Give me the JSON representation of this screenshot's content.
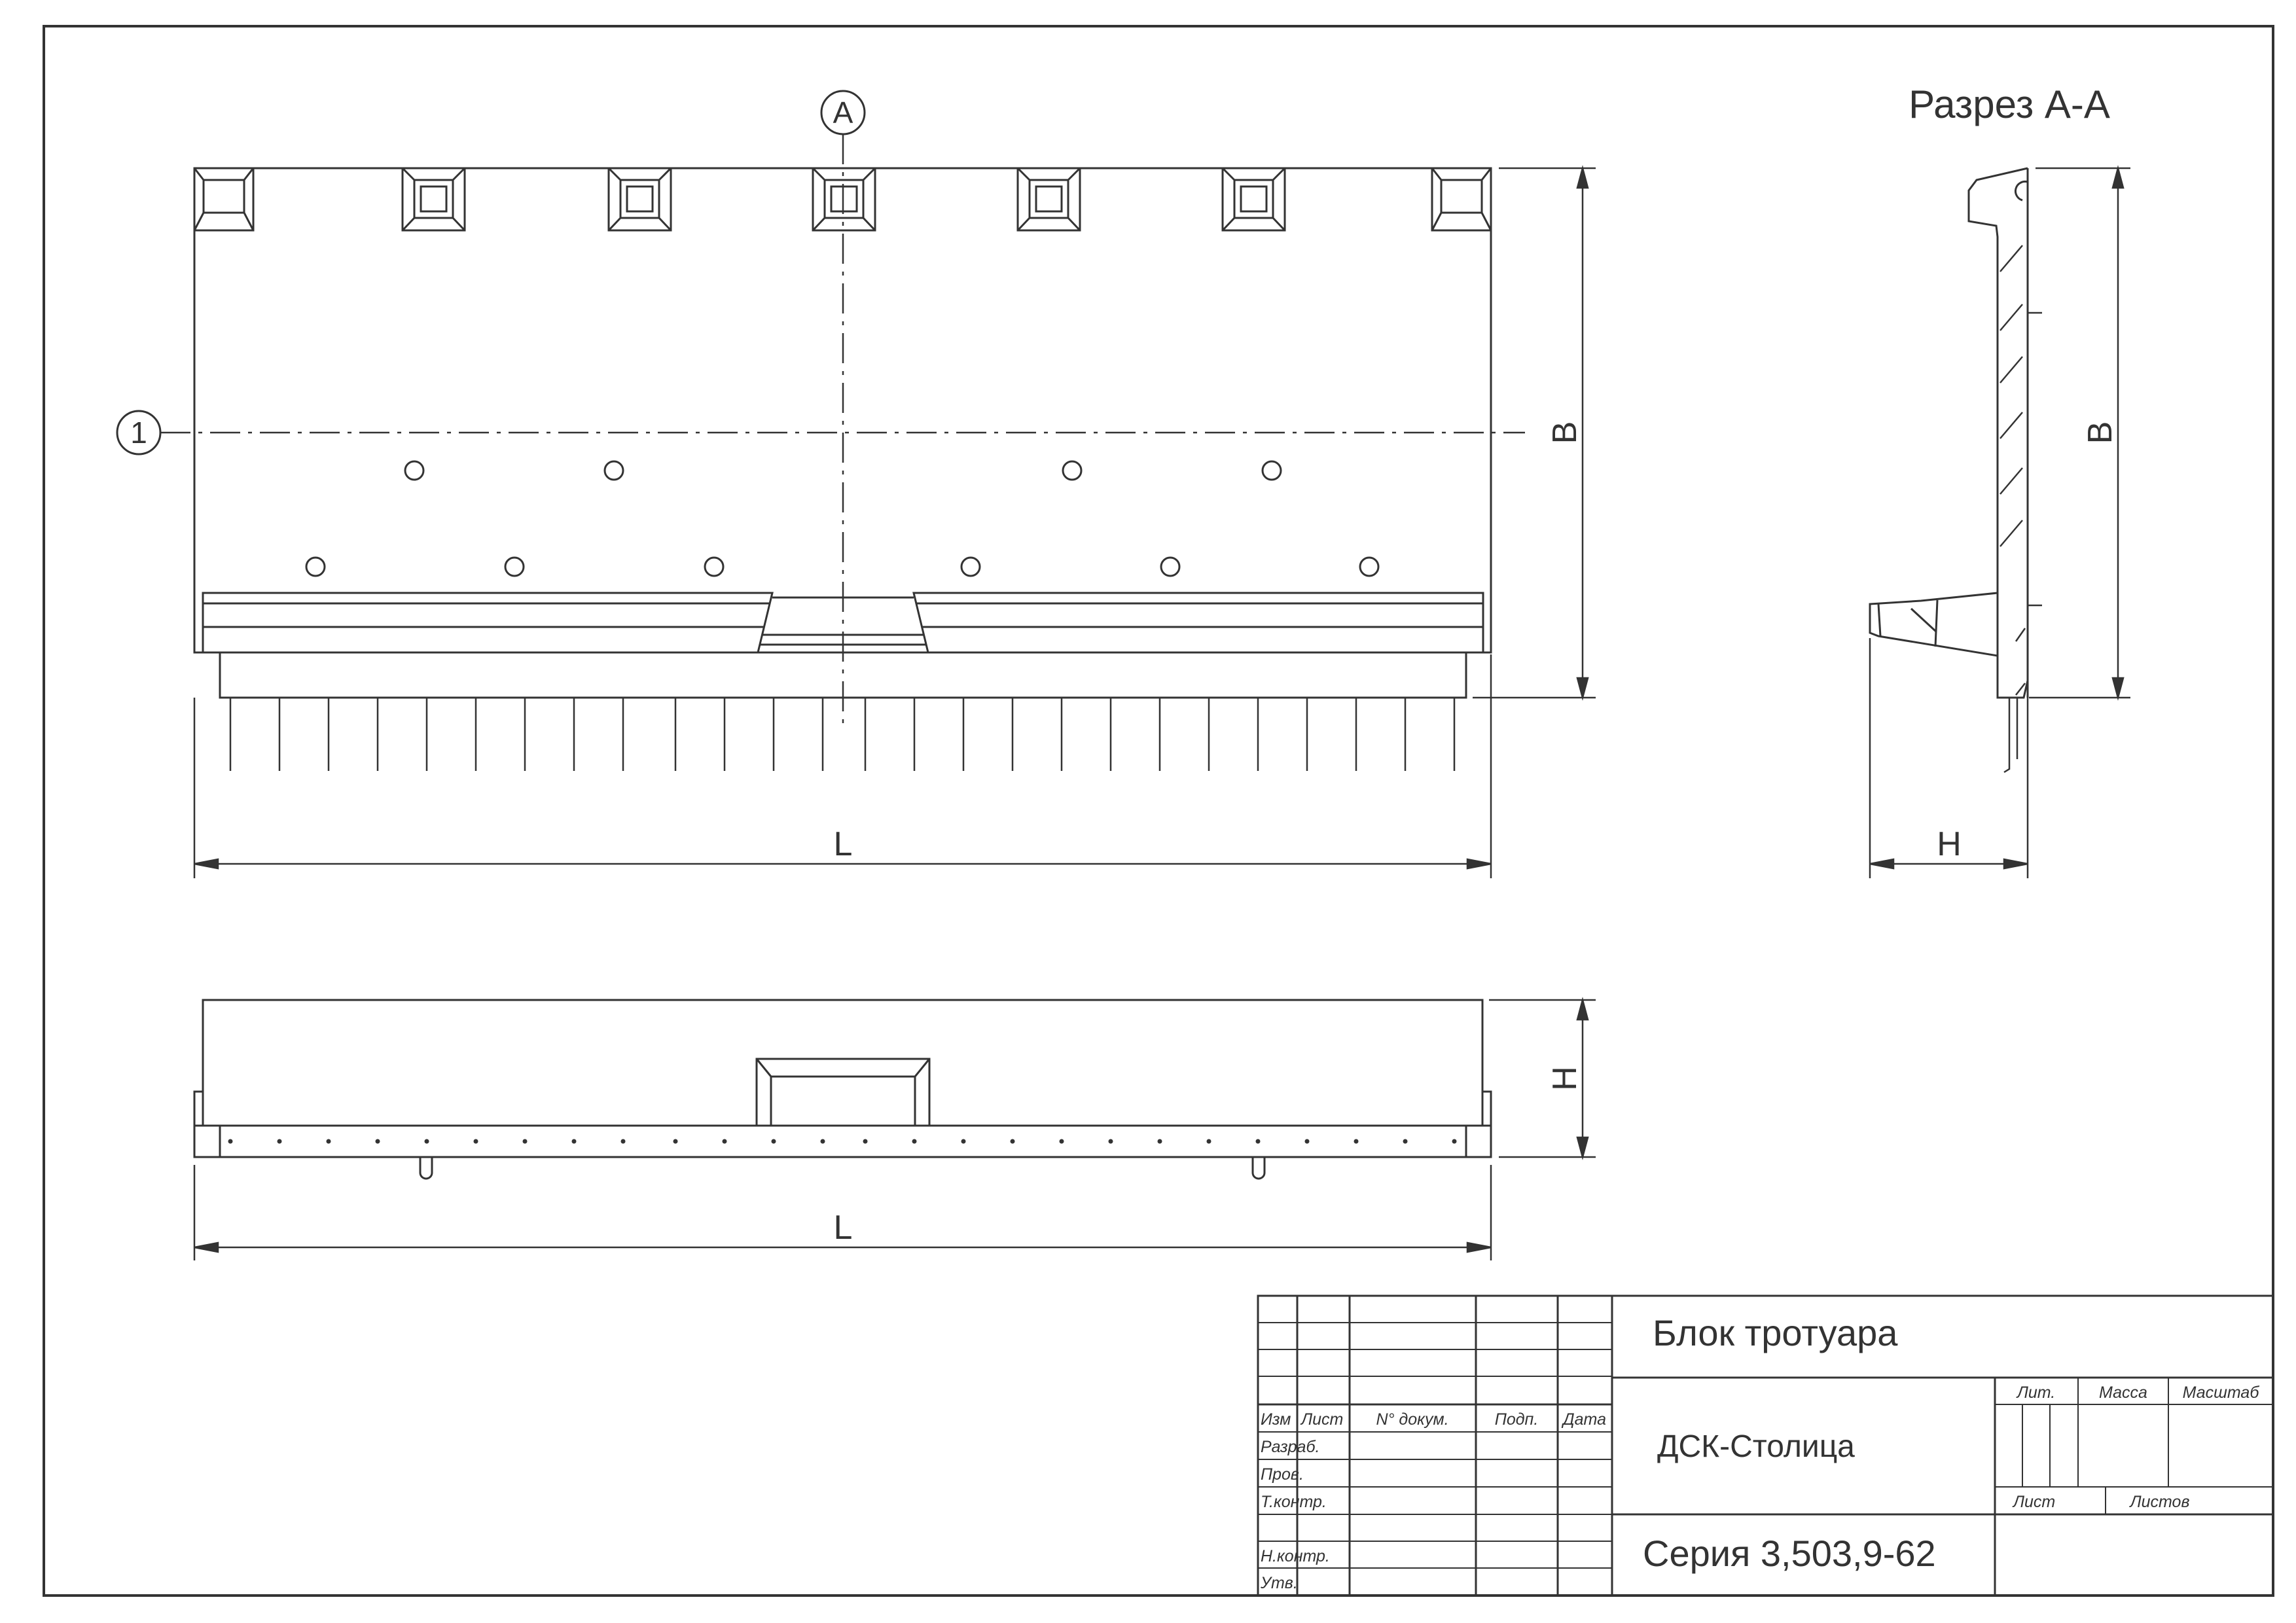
{
  "drawing": {
    "section_title": "Разрез А-А",
    "marker_a": "А",
    "marker_1": "1",
    "dim_b": "В",
    "dim_l": "L",
    "dim_h": "Н"
  },
  "title_block": {
    "name": "Блок тротуара",
    "organization": "ДСК-Столица",
    "series": "Серия 3,503,9-62",
    "header": {
      "izm": "Изм",
      "list": "Лист",
      "doc": "N° докум.",
      "sign": "Подп.",
      "date": "Дата"
    },
    "roles": {
      "razrab": "Разраб.",
      "prov": "Пров.",
      "tkontr": "Т.контр.",
      "nkontr": "Н.контр.",
      "utv": "Утв."
    },
    "lit": "Лит.",
    "massa": "Масса",
    "masshtab": "Масштаб",
    "sheet": "Лист",
    "sheets": "Листов"
  }
}
